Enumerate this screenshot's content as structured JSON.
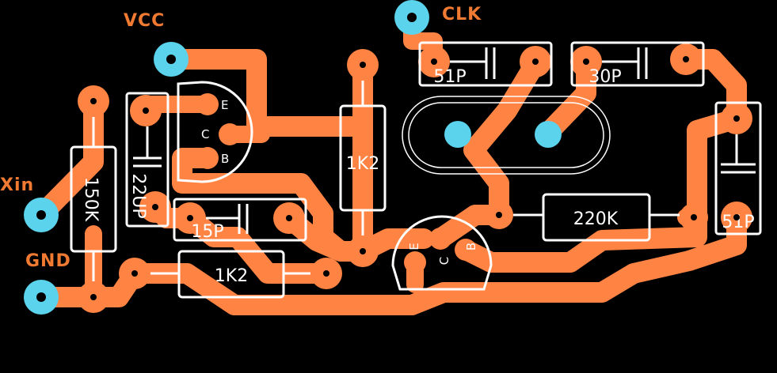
{
  "board": {
    "title": "",
    "labels": {
      "vcc": "VCC",
      "clk": "CLK",
      "xin": "Xin",
      "gnd": "GND"
    },
    "components": {
      "r_150k": "150K",
      "c_22u": "22UP",
      "r_1k2_top": "1K2",
      "r_1k2_bottom": "1K2",
      "c_15p": "15P",
      "c_51p_top": "51P",
      "c_30p": "30P",
      "r_220k": "220K",
      "c_51p_right": "51P"
    },
    "transistor_top_pins": {
      "e": "E",
      "c": "C",
      "b": "B"
    },
    "transistor_bottom_pins": {
      "e": "E",
      "c": "C",
      "b": "B"
    },
    "colors": {
      "background": "#000000",
      "copper": "#ff8444",
      "connector": "#5bd3ec",
      "silkscreen": "#ffffff",
      "label": "#f07a32"
    }
  }
}
